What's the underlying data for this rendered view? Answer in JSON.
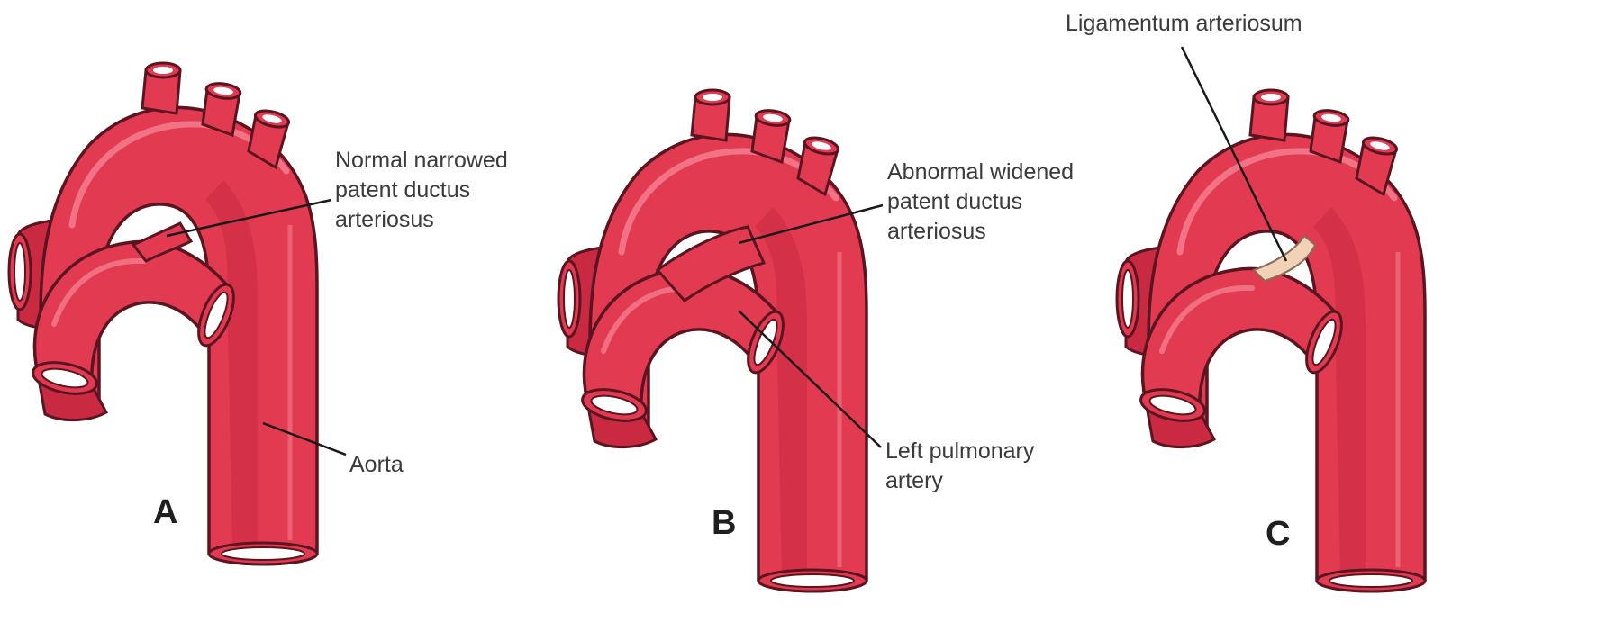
{
  "panels": [
    {
      "letter": "A",
      "labels": {
        "ductus": [
          "Normal narrowed",
          "patent ductus",
          "arteriosus"
        ],
        "aorta": "Aorta"
      }
    },
    {
      "letter": "B",
      "labels": {
        "ductus": [
          "Abnormal widened",
          "patent ductus",
          "arteriosus"
        ],
        "pulmonary": [
          "Left pulmonary",
          "artery"
        ]
      }
    },
    {
      "letter": "C",
      "labels": {
        "ligament": "Ligamentum arteriosum"
      }
    }
  ],
  "colors": {
    "vessel": "#e23a50",
    "vessel_dark": "#b8233a",
    "vessel_outline": "#5a1520",
    "vessel_highlight": "#f47e8e",
    "lumen": "#ffffff",
    "ligament": "#f2d2b6",
    "leader_line": "#1a1a1a",
    "label_text": "#3b3b3b"
  }
}
